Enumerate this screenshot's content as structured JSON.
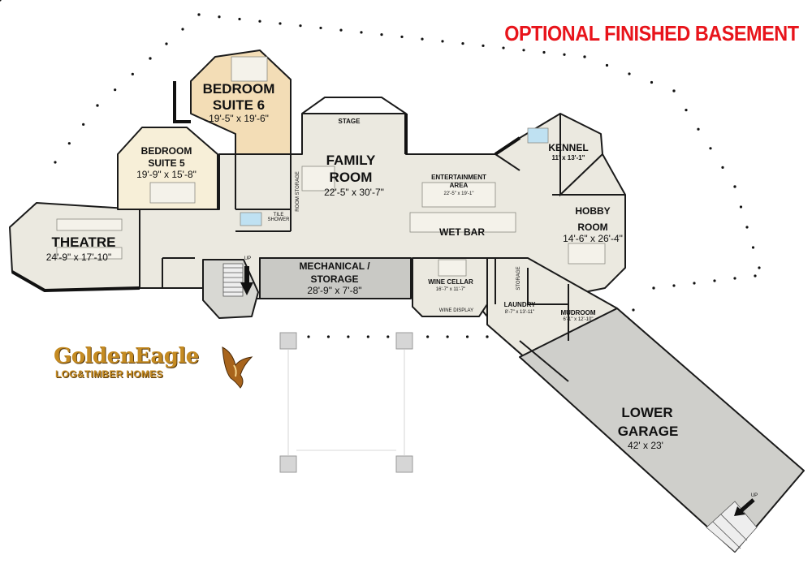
{
  "header": {
    "title": "OPTIONAL FINISHED BASEMENT"
  },
  "logo": {
    "line1": "GoldenEagle",
    "line2": "LOG&TIMBER HOMES",
    "icon": "eagle-icon"
  },
  "colors": {
    "title": "#e8141b",
    "room_fill": "#ebe9e0",
    "suite6_fill": "#f3ddb6",
    "suite5_fill": "#f7efd8",
    "garage_fill": "#cfcfcb",
    "mech_fill": "#c9c9c5",
    "wall": "#1a1a1a"
  },
  "rooms": {
    "bedroom6": {
      "name1": "BEDROOM",
      "name2": "SUITE 6",
      "dims": "19'-5\" x 19'-6\""
    },
    "bedroom5": {
      "name1": "BEDROOM",
      "name2": "SUITE 5",
      "dims": "19'-9\" x 15'-8\""
    },
    "family": {
      "name1": "FAMILY",
      "name2": "ROOM",
      "dims": "22'-5\" x 30'-7\""
    },
    "stage": {
      "name": "STAGE"
    },
    "entertainment": {
      "name1": "ENTERTAINMENT",
      "name2": "AREA",
      "dims": "22'-5\" x 19'-1\""
    },
    "kennel": {
      "name": "KENNEL",
      "dims": "11' x 13'-1\""
    },
    "hobby": {
      "name1": "HOBBY",
      "name2": "ROOM",
      "dims": "14'-6\" x 26'-4\""
    },
    "wetbar": {
      "name": "WET BAR"
    },
    "theatre": {
      "name": "THEATRE",
      "dims": "24'-9\" x 17'-10\""
    },
    "mechanical": {
      "name1": "MECHANICAL /",
      "name2": "STORAGE",
      "dims": "28'-9\" x 7'-8\""
    },
    "winecellar": {
      "name": "WINE CELLAR",
      "dims": "16'-7\" x 11'-7\"",
      "display": "WINE DISPLAY"
    },
    "storage": {
      "name": "STORAGE"
    },
    "laundry": {
      "name": "LAUNDRY",
      "dims": "8'-7\" x 13'-11\""
    },
    "mudroom": {
      "name": "MUDROOM",
      "dims": "6'-1\" x 12'-10\""
    },
    "garage": {
      "name1": "LOWER",
      "name2": "GARAGE",
      "dims": "42' x 23'"
    },
    "tileshower": {
      "name1": "TILE",
      "name2": "SHOWER"
    },
    "roomstorage": {
      "name": "ROOM STORAGE"
    }
  },
  "stairs": {
    "main_up": "UP",
    "garage_up": "UP"
  }
}
